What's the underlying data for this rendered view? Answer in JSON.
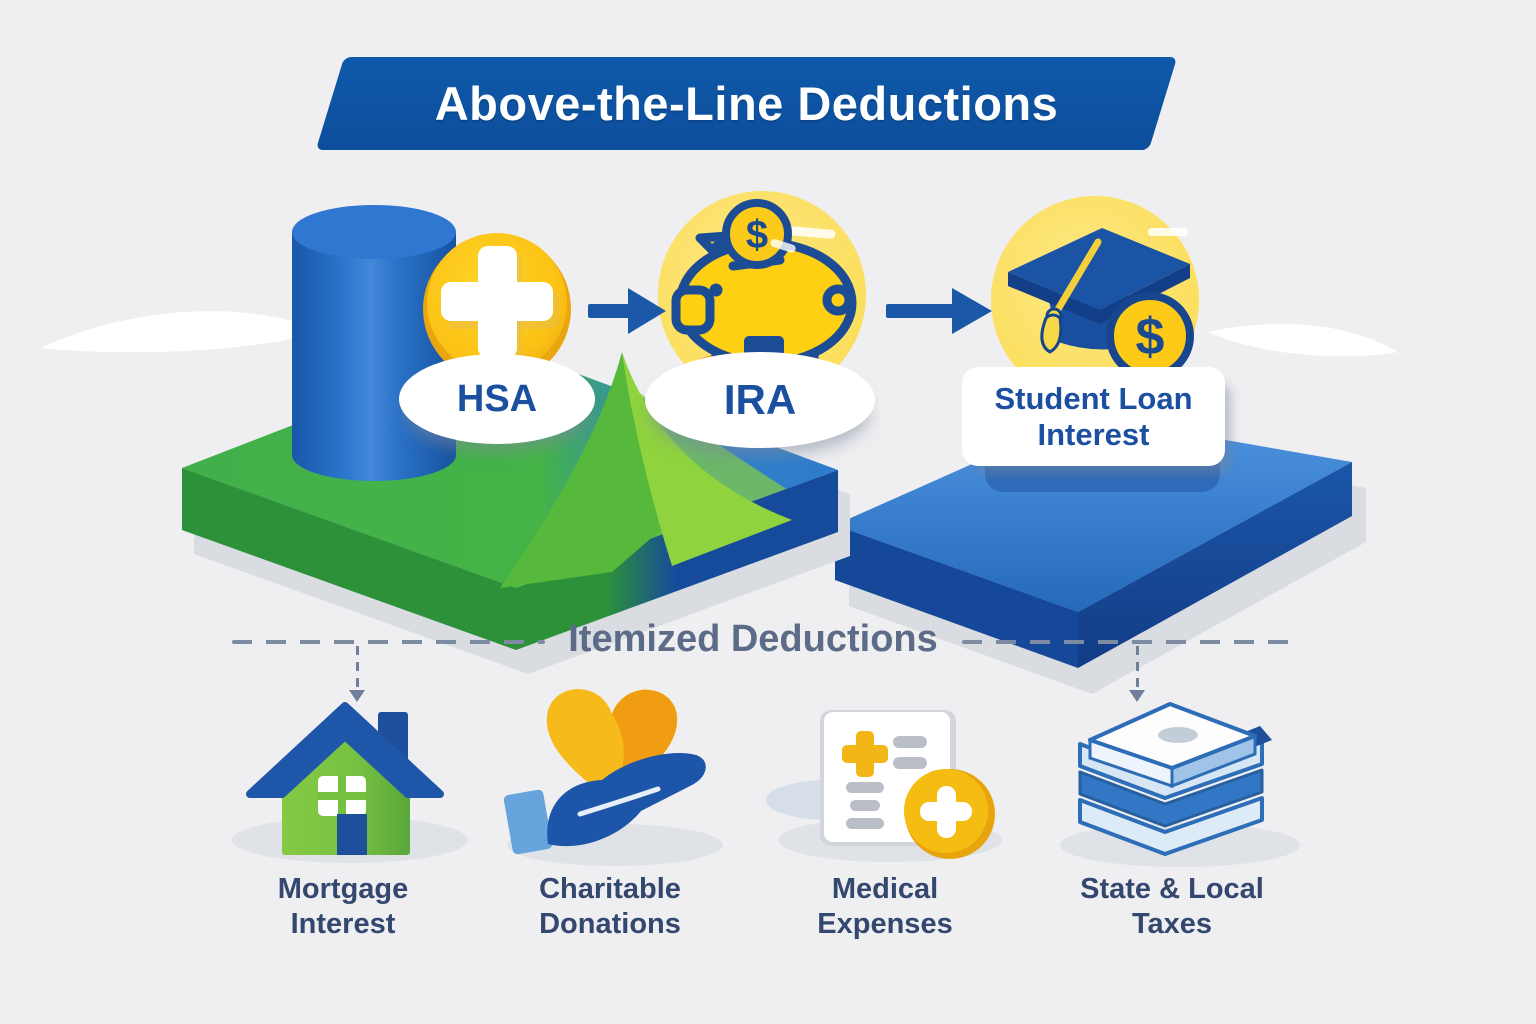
{
  "banner": {
    "title": "Above-the-Line Deductions"
  },
  "flow": {
    "items": [
      {
        "label": "HSA",
        "icon": "hsa-coin-cross-icon"
      },
      {
        "label": "IRA",
        "icon": "piggy-bank-icon"
      },
      {
        "label": "Student Loan Interest",
        "icon": "graduation-cap-dollar-icon"
      }
    ],
    "connector_icon": "arrow-right-icon"
  },
  "divider": {
    "label": "Itemized Deductions"
  },
  "itemized": {
    "items": [
      {
        "label": "Mortgage Interest",
        "icon": "house-icon"
      },
      {
        "label": "Charitable Donations",
        "icon": "hand-heart-icon"
      },
      {
        "label": "Medical Expenses",
        "icon": "medical-document-icon"
      },
      {
        "label": "State & Local Taxes",
        "icon": "books-stack-icon"
      }
    ]
  },
  "glyphs": {
    "dollar": "$"
  },
  "colors": {
    "background": "#efeff1",
    "banner_blue": "#0e57a7",
    "label_blue": "#1b4fa0",
    "navy_text": "#33476f",
    "divider_gray": "#5b6b88",
    "coin_yellow": "#fcc91c",
    "pale_yellow": "#fbdf5e",
    "platform_green": "#41b04a",
    "platform_blue": "#2e7ccd",
    "house_green": "#7cc143"
  }
}
